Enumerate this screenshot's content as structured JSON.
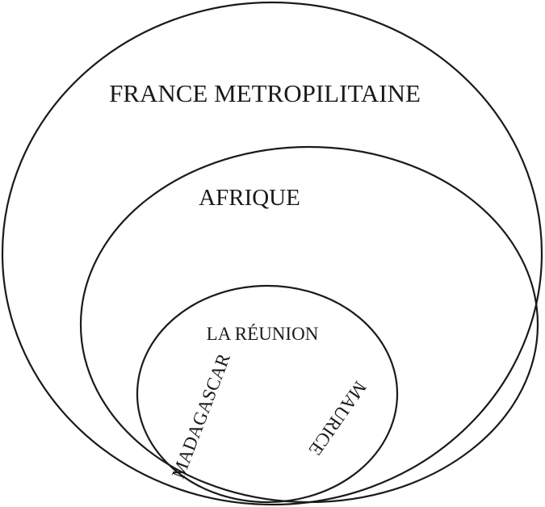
{
  "diagram": {
    "labels": {
      "outer": "FRANCE METROPILITAINE",
      "middle": "AFRIQUE",
      "inner": "LA RÉUNION",
      "left_rotated": "MADAGASCAR",
      "right_rotated": "MAURICE"
    },
    "stroke_color": "#1a1a1a"
  }
}
